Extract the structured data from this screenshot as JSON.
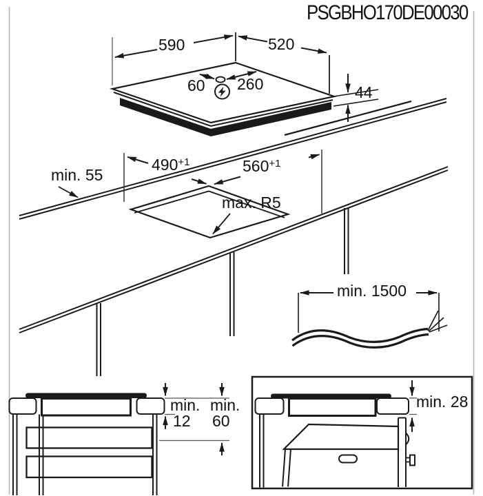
{
  "title": "PSGBHO170DE00030",
  "colors": {
    "line": "#1a1a1a",
    "page_border": "#b5b5b5",
    "background": "#ffffff"
  },
  "top_view": {
    "width": "590",
    "depth": "520",
    "height": "44",
    "hole_offset_left": "60",
    "hole_offset_right": "260",
    "power_icon": "lightning-bolt-in-circle"
  },
  "cutout_view": {
    "back_clearance": "min. 55",
    "depth": "490",
    "depth_tolerance": "+1",
    "width": "560",
    "width_tolerance": "+1",
    "corner_radius": "max. R5"
  },
  "cable_view": {
    "length": "min. 1500"
  },
  "drawer_view": {
    "gap_top_prefix": "min.",
    "gap_top_value": "12",
    "gap_bottom_prefix": "min.",
    "gap_bottom_value": "60"
  },
  "oven_view": {
    "clearance": "min. 28"
  }
}
